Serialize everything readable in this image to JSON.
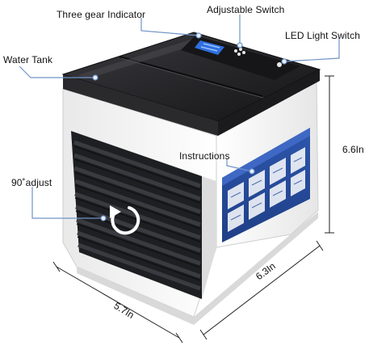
{
  "callouts": {
    "three_gear": "Three gear Indicator",
    "adjustable_switch": "Adjustable Switch",
    "led_switch": "LED Light Switch",
    "water_tank": "Water Tank",
    "instructions": "Instructions",
    "adjust_90": "90˚adjust"
  },
  "dimensions": {
    "height": "6.6In",
    "width": "5.7In",
    "depth": "6.3In"
  },
  "colors": {
    "callout_line": "#6f94c8",
    "callout_fill": "#e9f0fb",
    "body_white": "#f7f7f7",
    "top_black": "#1f1f22",
    "display_blue": "#2f6fe0",
    "vent_dark": "#222326",
    "instruction_panel": "#2a4fa0"
  }
}
